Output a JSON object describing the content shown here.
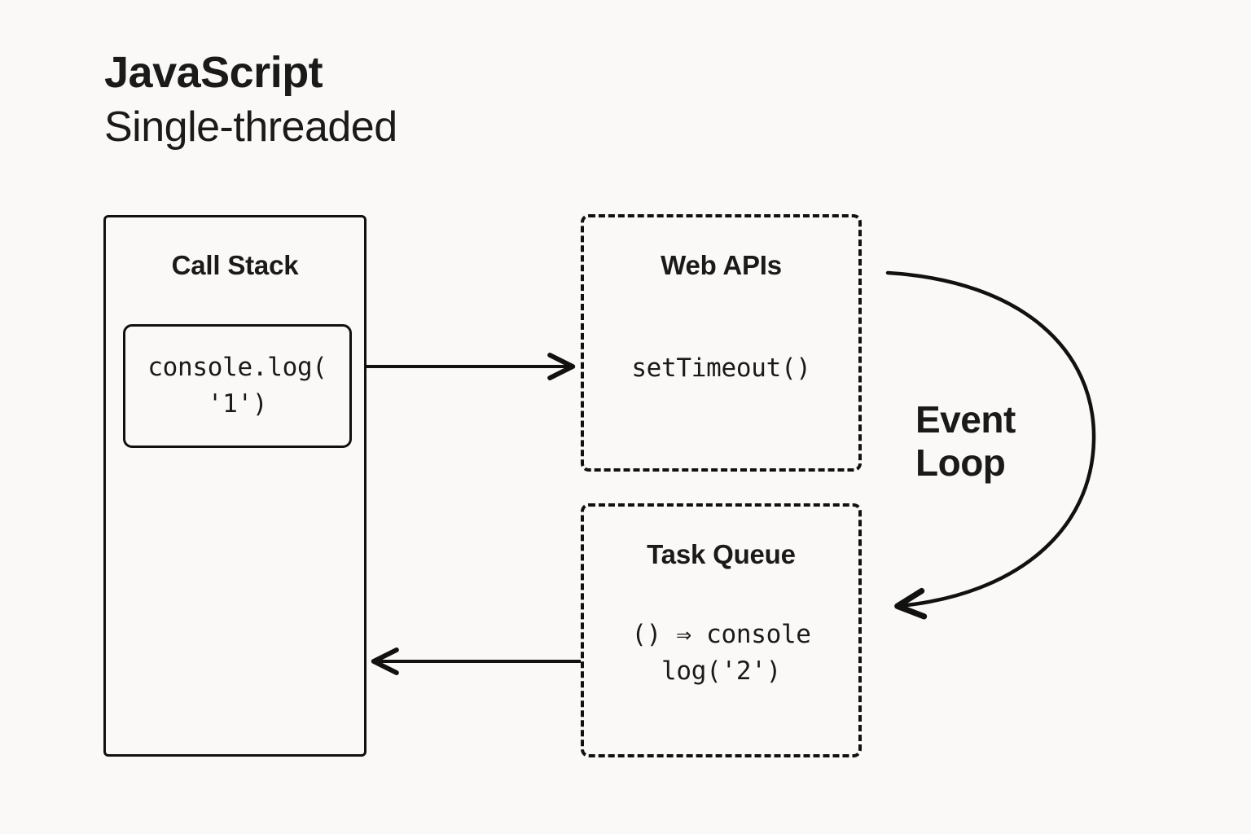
{
  "background_color": "#faf9f7",
  "stroke_color": "#111111",
  "text_color": "#1a1a1a",
  "title": {
    "main": "JavaScript",
    "subtitle": "Single-threaded"
  },
  "call_stack": {
    "label": "Call Stack",
    "frames": [
      {
        "code": "console.log(\n'1')"
      }
    ]
  },
  "web_apis": {
    "label": "Web APIs",
    "items": [
      {
        "code": "setTimeout()"
      }
    ]
  },
  "task_queue": {
    "label": "Task Queue",
    "items": [
      {
        "code": "() ⇒ console\nlog('2')"
      }
    ]
  },
  "event_loop": {
    "label": "Event\nLoop"
  },
  "arrows": [
    {
      "name": "call-stack-to-web-apis",
      "direction": "right"
    },
    {
      "name": "task-queue-to-call-stack",
      "direction": "left"
    },
    {
      "name": "event-loop-arc",
      "direction": "clockwise"
    }
  ]
}
